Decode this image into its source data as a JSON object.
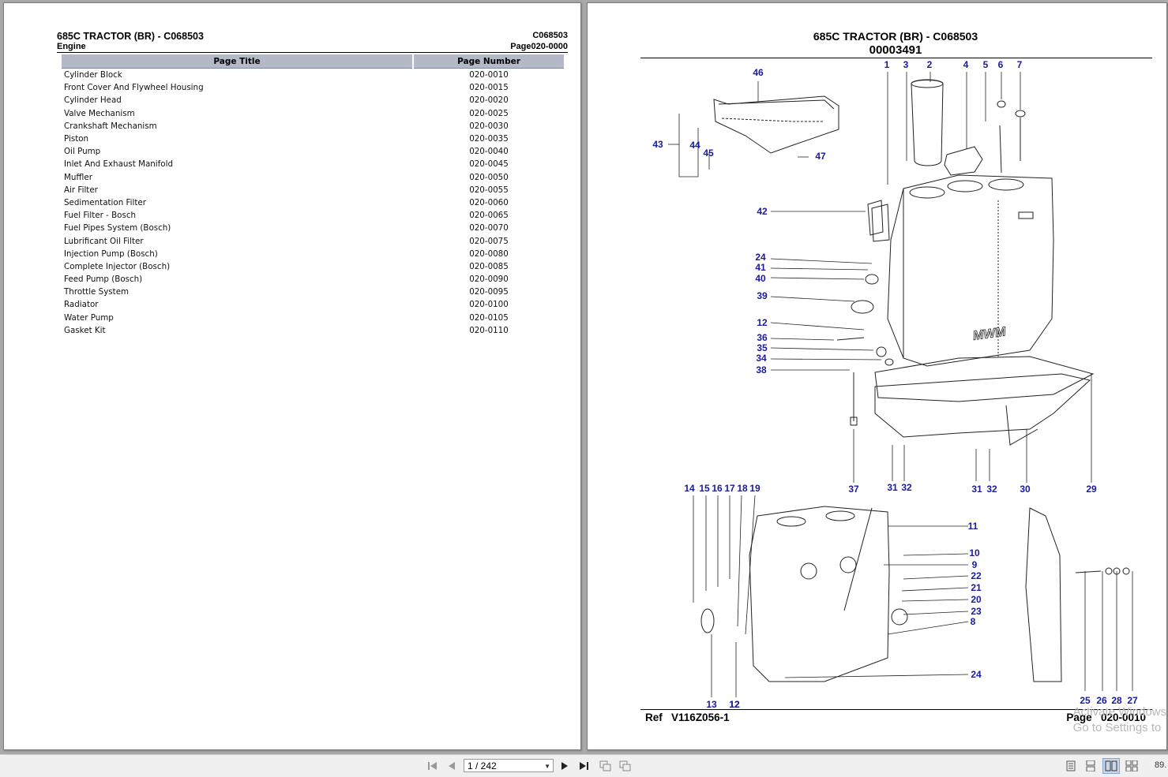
{
  "left_page": {
    "title": "685C TRACTOR (BR) - C068503",
    "code": "C068503",
    "section": "Engine",
    "page_ref": "Page020-0000",
    "table": {
      "headers": [
        "Page Title",
        "Page Number"
      ],
      "rows": [
        [
          "Cylinder Block",
          "020-0010"
        ],
        [
          "Front Cover And Flywheel Housing",
          "020-0015"
        ],
        [
          "Cylinder Head",
          "020-0020"
        ],
        [
          "Valve Mechanism",
          "020-0025"
        ],
        [
          "Crankshaft Mechanism",
          "020-0030"
        ],
        [
          "Piston",
          "020-0035"
        ],
        [
          "Oil Pump",
          "020-0040"
        ],
        [
          "Inlet And Exhaust Manifold",
          "020-0045"
        ],
        [
          "Muffler",
          "020-0050"
        ],
        [
          "Air Filter",
          "020-0055"
        ],
        [
          "Sedimentation Filter",
          "020-0060"
        ],
        [
          "Fuel Filter - Bosch",
          "020-0065"
        ],
        [
          "Fuel Pipes System (Bosch)",
          "020-0070"
        ],
        [
          "Lubrificant Oil Filter",
          "020-0075"
        ],
        [
          "Injection Pump (Bosch)",
          "020-0080"
        ],
        [
          "Complete Injector (Bosch)",
          "020-0085"
        ],
        [
          "Feed Pump (Bosch)",
          "020-0090"
        ],
        [
          "Throttle System",
          "020-0095"
        ],
        [
          "Radiator",
          "020-0100"
        ],
        [
          "Water Pump",
          "020-0105"
        ],
        [
          "Gasket Kit",
          "020-0110"
        ]
      ]
    }
  },
  "right_page": {
    "title": "685C TRACTOR (BR) - C068503",
    "ref_number": "00003491",
    "footer_ref_label": "Ref",
    "footer_ref_value": "V116Z056-1",
    "footer_page_label": "Page",
    "footer_page_value": "020-0010",
    "callouts": [
      "1",
      "2",
      "3",
      "4",
      "5",
      "6",
      "7",
      "8",
      "9",
      "10",
      "11",
      "12",
      "12",
      "12",
      "13",
      "14",
      "15",
      "16",
      "17",
      "18",
      "19",
      "20",
      "21",
      "22",
      "23",
      "24",
      "24",
      "25",
      "26",
      "27",
      "28",
      "29",
      "30",
      "31",
      "32",
      "31",
      "32",
      "34",
      "35",
      "36",
      "37",
      "38",
      "39",
      "40",
      "41",
      "42",
      "43",
      "44",
      "45",
      "46",
      "47"
    ],
    "engine_brand": "MWM",
    "watermark_line1": "Activate Windows",
    "watermark_line2": "Go to Settings to"
  },
  "toolbar": {
    "page_indicator": "1 / 242",
    "zoom": "89.",
    "icons": [
      "first-page-icon",
      "prev-page-icon",
      "next-page-icon",
      "last-page-icon",
      "copy-icon",
      "copy-alt-icon",
      "single-page-icon",
      "continuous-icon",
      "facing-icon",
      "facing-continuous-icon"
    ]
  }
}
